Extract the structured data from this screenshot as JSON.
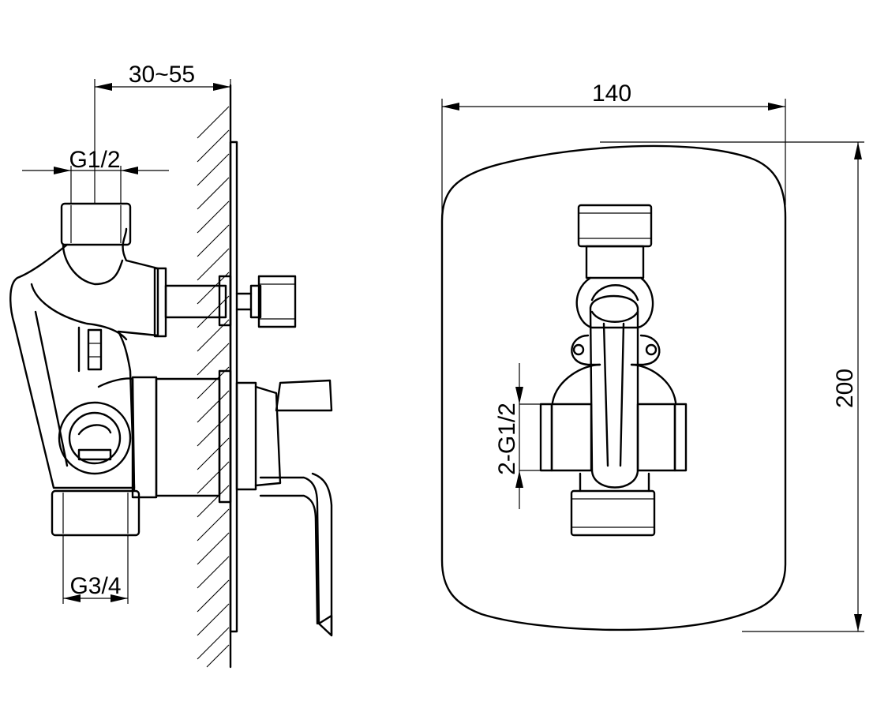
{
  "side_view": {
    "wall_depth_label": "30~55",
    "top_inlet_label": "G1/2",
    "bottom_outlet_label": "G3/4"
  },
  "front_view": {
    "width_label": "140",
    "height_label": "200",
    "side_inlets_label": "2-G1/2"
  }
}
